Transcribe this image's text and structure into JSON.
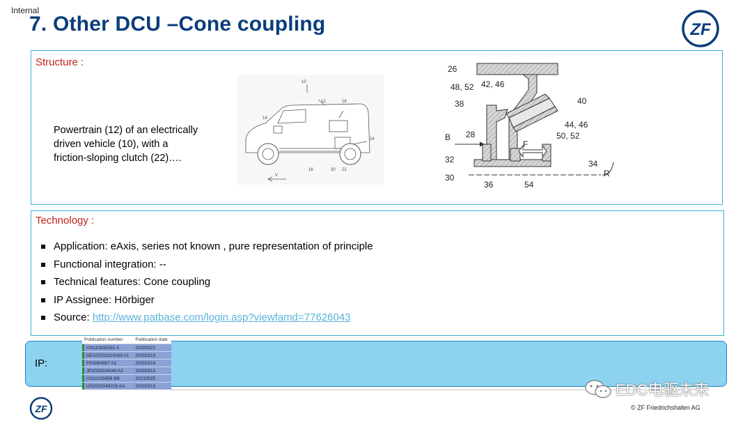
{
  "header": {
    "classification": "Internal",
    "title": "7. Other DCU –Cone coupling",
    "logo_text": "ZF"
  },
  "structure": {
    "label": "Structure :",
    "description_lines": [
      "Powertrain (12) of an electrically",
      "driven vehicle (10), with a",
      "friction-sloping clutch (22)…."
    ],
    "car_figure_labels": [
      "10",
      "14",
      "12",
      "18",
      "24",
      "16",
      "20",
      "22",
      "V"
    ],
    "coupling_figure_labels": [
      "26",
      "48, 52",
      "42, 46",
      "38",
      "40",
      "44, 46",
      "28",
      "50, 52",
      "B",
      "F",
      "32",
      "34",
      "30",
      "36",
      "54",
      "R"
    ]
  },
  "technology": {
    "label": "Technology :",
    "items": [
      {
        "text": "Application: eAxis, series not known , pure representation of principle"
      },
      {
        "text": "Functional integration: --"
      },
      {
        "text": "Technical features: Cone coupling"
      },
      {
        "text": "IP Assignee: Hörbiger"
      },
      {
        "prefix": "Source: ",
        "link": "http://www.patbase.com/login.asp?viewfamd=77626043"
      }
    ]
  },
  "ip": {
    "label": "IP:",
    "table": {
      "headers": [
        "Publication number",
        "Publication date"
      ],
      "rows": [
        [
          "CN110816261 A",
          "20200221"
        ],
        [
          "DE102018119169 A1",
          "20200213"
        ],
        [
          "FR3084867 A1",
          "20200214"
        ],
        [
          "JP2020024040 A2",
          "20200213"
        ],
        [
          "US11015658 BB",
          "20210525"
        ],
        [
          "US2020049226 AA",
          "20200213"
        ]
      ]
    }
  },
  "footer": {
    "watermark": "EDC电驱未来",
    "copyright": "© ZF Friedrichshafen AG",
    "logo_text": "ZF"
  },
  "colors": {
    "title": "#0a3d7a",
    "label_red": "#c0221b",
    "panel_border": "#39b1d9",
    "ip_fill": "#8dd3ef",
    "link": "#5ab4d8"
  }
}
